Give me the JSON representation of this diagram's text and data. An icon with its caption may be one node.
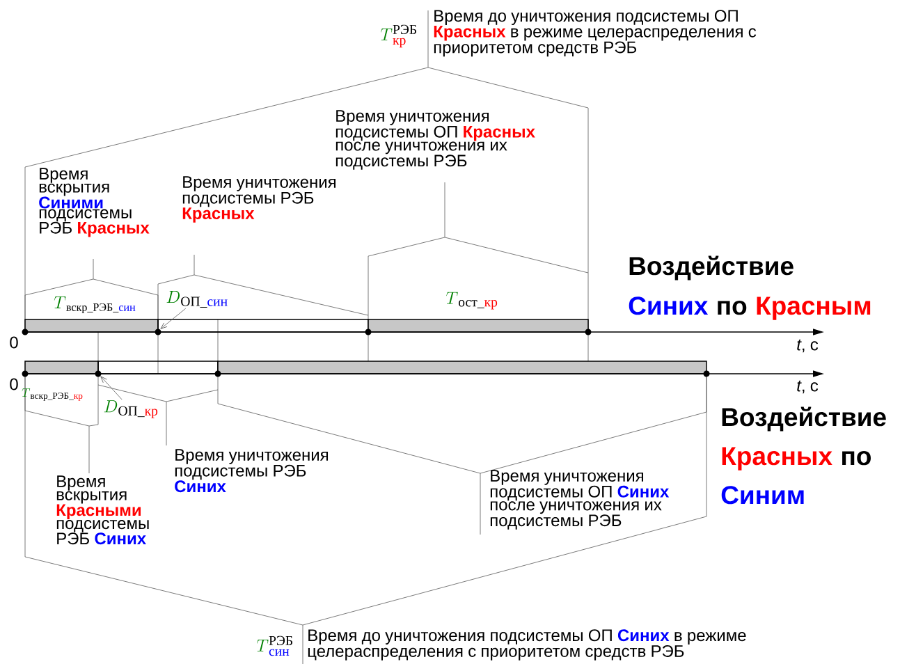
{
  "diagram": {
    "nodes": [
      {
        "text": [
          "{\\color{green!50!black}D}_{\\text{ОП\\_}\\textcolor{blue}{\\text{син}}}"
        ]
      },
      {
        "text": [
          "{\\color{green!50!black}D}_{\\text{ОП\\_}\\textcolor{red}{\\text{кр}}}"
        ]
      }
    ],
    "edges": [
      {
        "from": 0,
        "to": null,
        "arrow": "to"
      },
      {
        "from": 1,
        "to": null,
        "arrow": "to"
      }
    ],
    "labels": [
      "{\\color{green!50!black}T}^{\\text{РЭБ}}_{\\textcolor{red}{\\text{кр}}}",
      "Время до уничтожения подсистемы ОП **Красных** в режиме целераспределения с приоритетом средств РЭБ",
      "Время уничтожения подсистемы ОП **Красных** после уничтожения их подсистемы РЭБ",
      "Время вскрытия **Синими** подсистемы",
      "РЭБ **Красных**",
      "Время уничтожения подсистемы РЭБ **Красных**",
      "Воздействие",
      "{\\color{green!50!black}T}_{\\text{вскр\\_РЭБ\\_}\\textcolor{blue}{\\text{син}}}",
      "{\\color{green!50!black}T}_{\\text{ост\\_}\\textcolor{red}{\\text{кр}}}",
      "Синих",
      "по",
      "Красным",
      "0",
      "*t*, с",
      "0",
      "{\\color{green!50!black}T}_{\\text{вскр\\_РЭБ\\_}\\textcolor{red}{\\text{кр}}}",
      "*t*, с",
      "Воздействие",
      "Красных",
      "по",
      "Синим",
      "Время уничтожения подсистемы РЭБ **Синих**",
      "Время вскрытия **Красными** подсистемы",
      "Время уничтожения подсистемы ОП **Синих** после уничтожения их подсистемы РЭБ",
      "РЭБ **Синих**",
      "{\\color{green!50!black}T}^{\\text{РЭБ}}_{\\textcolor{blue}{\\text{син}}}",
      "Время до уничтожения подсистемы ОП **Синих** в режиме целераспределения с приоритетом средств РЭБ"
    ]
  }
}
